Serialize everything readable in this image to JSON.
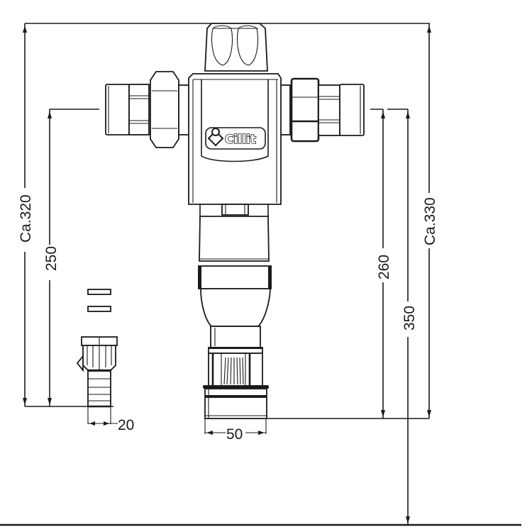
{
  "drawing": {
    "product_logo": "Cillit",
    "line_color": "#1a1a1a",
    "background": "#ffffff"
  },
  "dimensions": {
    "overall_height_left": "Ca.320",
    "pipe_axis_to_floor_left": "250",
    "pipe_axis_to_bottom_right": "260",
    "overall_height_right": "Ca.330",
    "service_clearance": "350",
    "bowl_diameter": "50",
    "drain_nozzle_width": "20"
  }
}
